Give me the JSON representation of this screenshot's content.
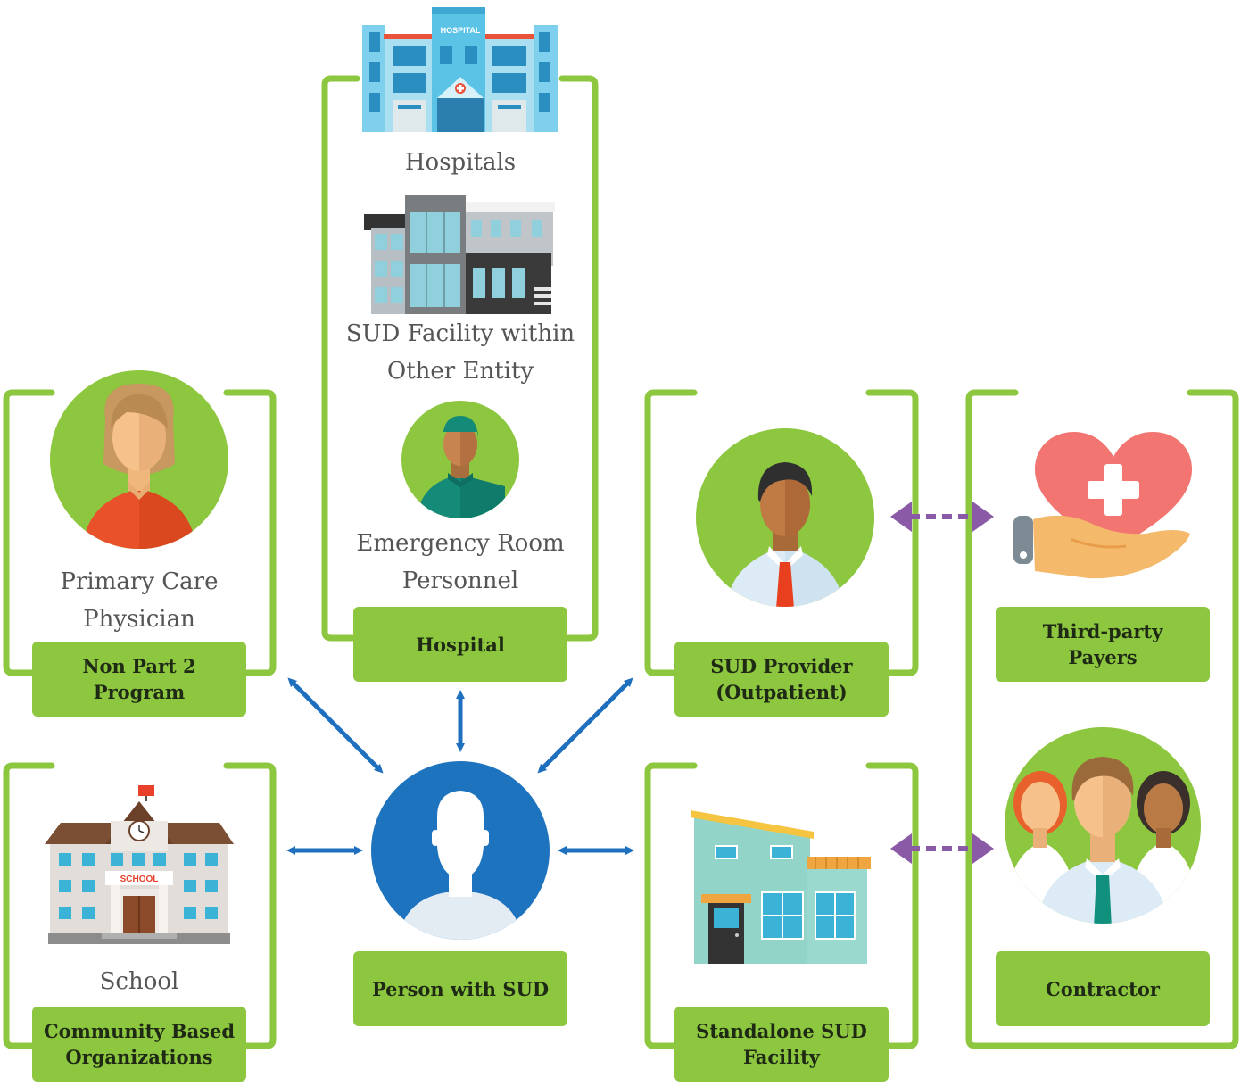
{
  "colors": {
    "bracket_green": "#8dc63f",
    "label_green": "#8dc63f",
    "arrow_blue": "#1f6fbf",
    "dashed_arrow_purple": "#8a5aa6",
    "hub_blue": "#1e73be"
  },
  "hospital_group": {
    "items": [
      {
        "icon": "hospital-building-icon",
        "caption_lines": [
          "Hospitals"
        ]
      },
      {
        "icon": "office-building-icon",
        "caption_lines": [
          "SUD Facility within",
          "Other Entity"
        ]
      },
      {
        "icon": "surgeon-avatar-icon",
        "caption_lines": [
          "Emergency Room",
          "Personnel"
        ]
      }
    ],
    "label": [
      "Hospital"
    ]
  },
  "primary_care": {
    "icon": "female-doctor-avatar-icon",
    "caption_lines": [
      "Primary Care",
      "Physician"
    ],
    "label": [
      "Non Part 2",
      "Program"
    ]
  },
  "school": {
    "icon": "school-building-icon",
    "sign": "SCHOOL",
    "caption_lines": [
      "School"
    ],
    "label": [
      "Community Based",
      "Organizations"
    ]
  },
  "person": {
    "icon": "person-silhouette-icon",
    "label": [
      "Person with SUD"
    ]
  },
  "sud_provider": {
    "icon": "male-provider-avatar-icon",
    "label": [
      "SUD Provider",
      "(Outpatient)"
    ]
  },
  "standalone": {
    "icon": "standalone-clinic-building-icon",
    "label": [
      "Standalone SUD",
      "Facility"
    ]
  },
  "payers": {
    "icon": "heart-in-hand-icon",
    "label": [
      "Third-party",
      "Payers"
    ]
  },
  "contractor": {
    "icon": "group-of-people-icon",
    "label": [
      "Contractor"
    ]
  }
}
